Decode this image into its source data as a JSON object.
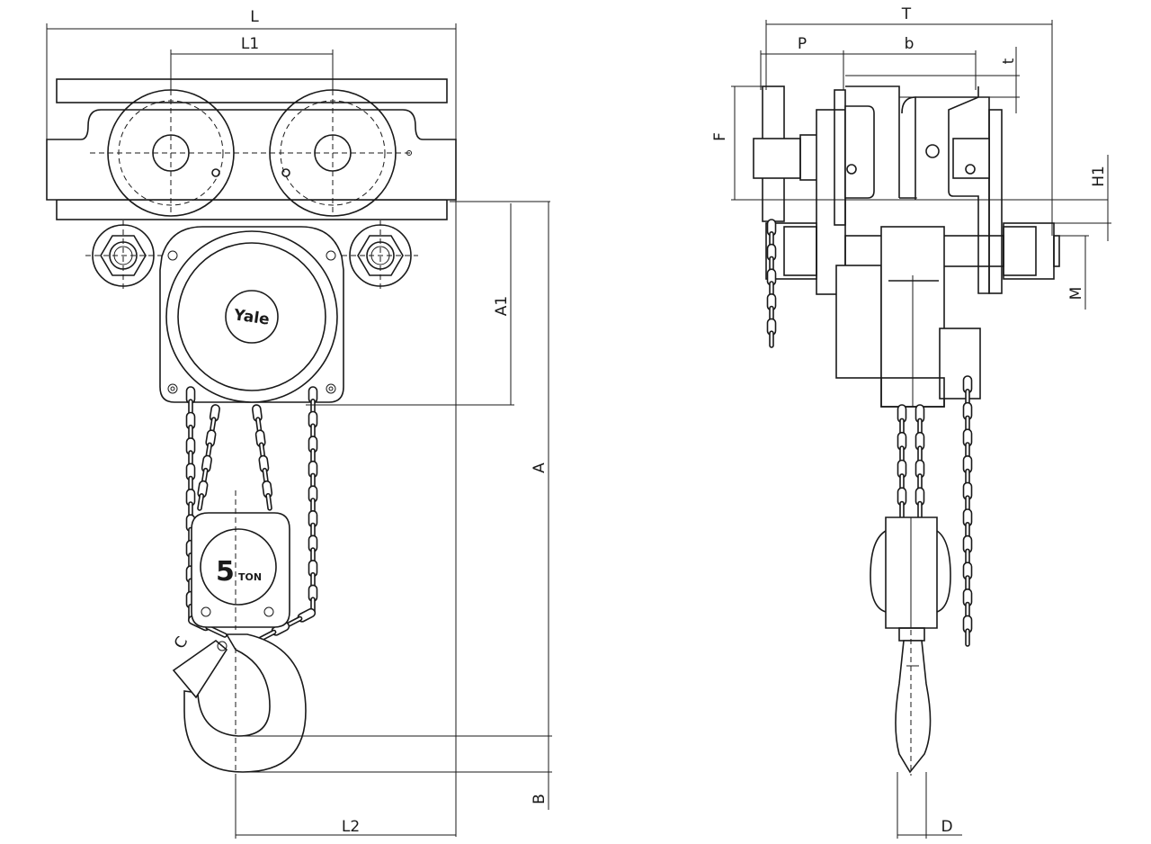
{
  "drawing": {
    "brand_text": "Yale",
    "capacity_number": "5",
    "capacity_unit": "TON",
    "dimensions": {
      "L": "L",
      "L1": "L1",
      "A1": "A1",
      "A": "A",
      "B": "B",
      "L2": "L2",
      "C": "C",
      "T": "T",
      "P": "P",
      "b": "b",
      "t": "t",
      "F": "F",
      "H1": "H1",
      "M": "M",
      "D": "D"
    },
    "line_color": "#1a1a1a",
    "background_color": "#ffffff"
  }
}
